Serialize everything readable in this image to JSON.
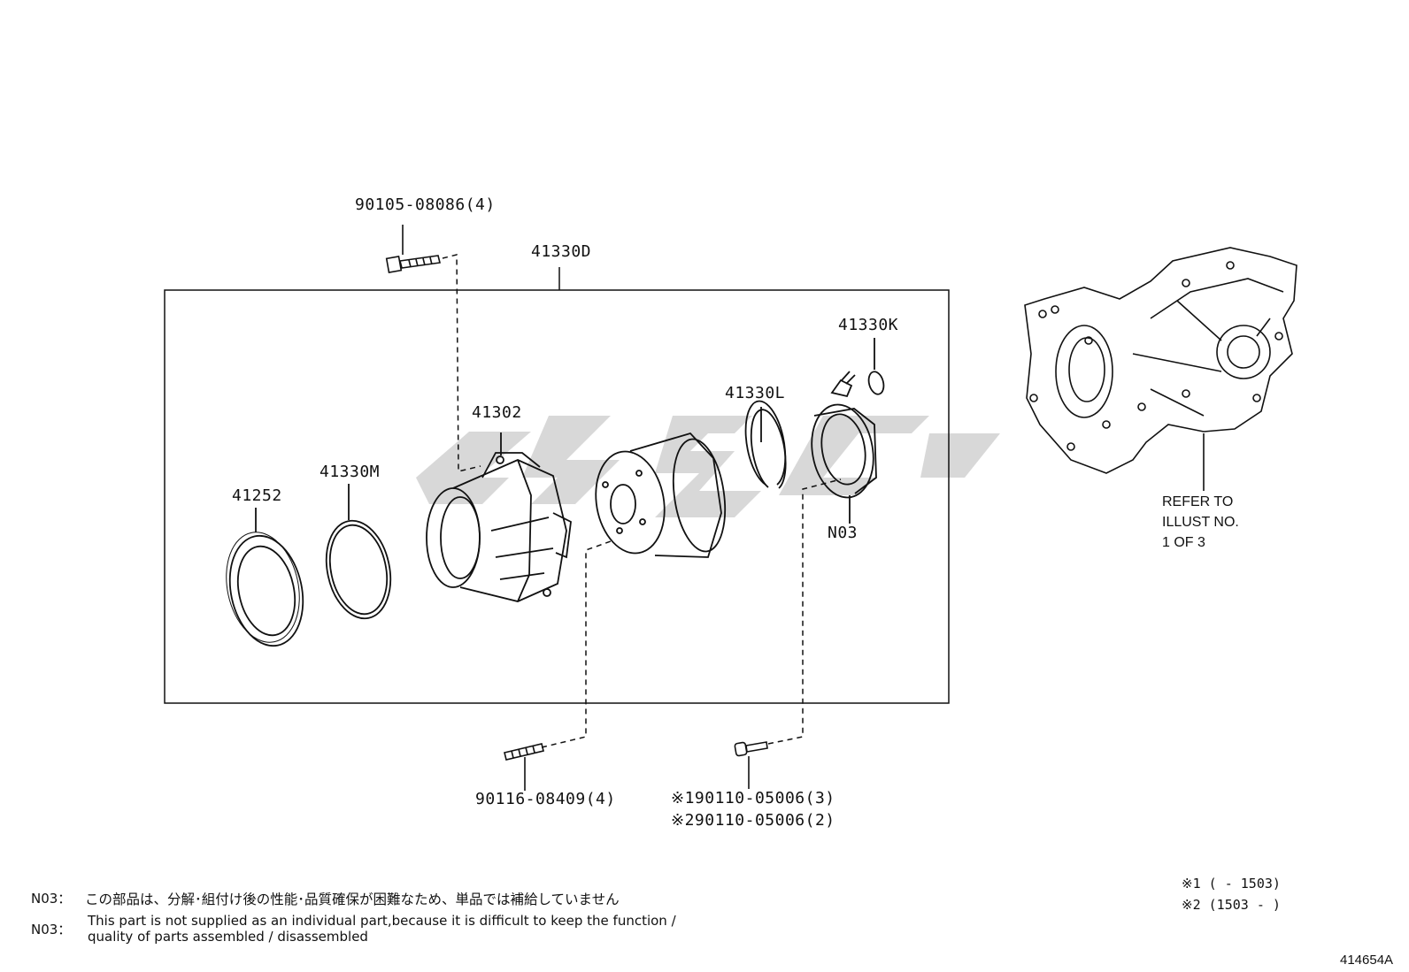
{
  "diagram": {
    "group_label": "41330D",
    "parts": [
      {
        "id": "41252",
        "label": "41252"
      },
      {
        "id": "41330M",
        "label": "41330M"
      },
      {
        "id": "41302",
        "label": "41302"
      },
      {
        "id": "41330L",
        "label": "41330L"
      },
      {
        "id": "41330K",
        "label": "41330K"
      },
      {
        "id": "N03",
        "label": "N03"
      }
    ],
    "fasteners": [
      {
        "id": "bolt-top",
        "label": "90105-08086(4)"
      },
      {
        "id": "stud-bottom",
        "label": "90116-08409(4)"
      },
      {
        "id": "screw-1",
        "label": "※190110-05006(3)"
      },
      {
        "id": "screw-2",
        "label": "※290110-05006(2)"
      }
    ],
    "refer": [
      "REFER TO",
      "ILLUST NO.",
      "1 OF 3"
    ]
  },
  "notes": {
    "jp_label": "N03：",
    "jp_text": "この部品は、分解･組付け後の性能･品質確保が困難なため、単品では補給していません",
    "en_label": "N03：",
    "en_line1": "This part is not supplied as an individual part,because it is difficult to keep the function /",
    "en_line2": "quality of parts assembled / disassembled"
  },
  "legend": {
    "item1": "※1 (     - 1503)",
    "item2": "※2 (1503 -     )"
  },
  "illustration_id": "414654A"
}
